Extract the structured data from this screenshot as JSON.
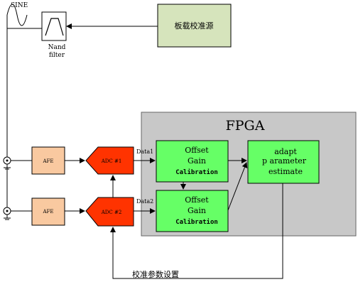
{
  "signal": {
    "label": "SINE"
  },
  "filter": {
    "label_line1": "Nand",
    "label_line2": "filter"
  },
  "onboard_source": {
    "label": "板载校准源"
  },
  "fpga": {
    "title": "FPGA"
  },
  "channels": [
    {
      "afe_label": "AFE",
      "adc_label": "ADC #1",
      "data_label": "Data1"
    },
    {
      "afe_label": "AFE",
      "adc_label": "ADC #2",
      "data_label": "Data2"
    }
  ],
  "calibration_blocks": [
    {
      "line1": "Offset",
      "line2": "Gain",
      "line3": "Calibration"
    },
    {
      "line1": "Offset",
      "line2": "Gain",
      "line3": "Calibration"
    }
  ],
  "adapt_block": {
    "line1": "adapt",
    "line2": "p arameter",
    "line3": "estimate"
  },
  "feedback": {
    "label": "校准参数设置"
  },
  "colors": {
    "fpga_fill": "#c8c8c8",
    "source_fill": "#d6e4bc",
    "afe_fill": "#f9c9a0",
    "adc_fill": "#ff3300",
    "block_fill": "#66ff66",
    "line": "#000000"
  }
}
